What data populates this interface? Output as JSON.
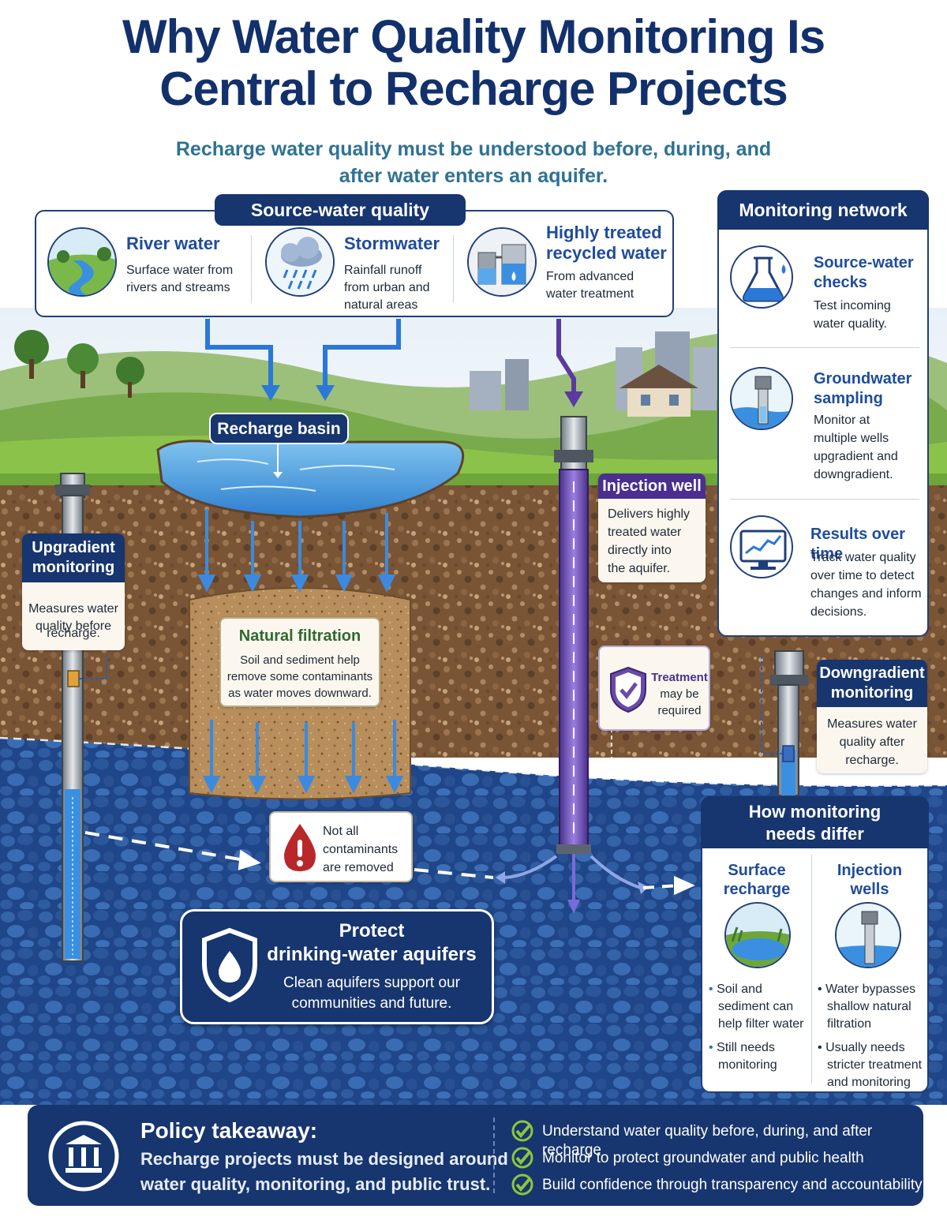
{
  "title": {
    "line1": "Why Water Quality Monitoring Is",
    "line2": "Central to Recharge Projects"
  },
  "subtitle": {
    "line1": "Recharge water quality must be understood before, during, and",
    "line2": "after water enters an aquifer."
  },
  "source_water": {
    "header": "Source-water quality",
    "items": [
      {
        "name": "River water",
        "desc1": "Surface water from",
        "desc2": "rivers and streams",
        "icon": "river-icon"
      },
      {
        "name": "Stormwater",
        "desc1": "Rainfall runoff",
        "desc2": "from urban and",
        "desc3": "natural areas",
        "icon": "rain-cloud-icon"
      },
      {
        "name1": "Highly treated",
        "name2": "recycled water",
        "desc1": "From advanced",
        "desc2": "water treatment",
        "icon": "treatment-plant-icon"
      }
    ]
  },
  "monitoring_network": {
    "header": "Monitoring network",
    "items": [
      {
        "name1": "Source-water",
        "name2": "checks",
        "desc1": "Test incoming",
        "desc2": "water quality.",
        "icon": "flask-icon"
      },
      {
        "name1": "Groundwater",
        "name2": "sampling",
        "desc1": "Monitor at",
        "desc2": "multiple wells",
        "desc3": "upgradient and",
        "desc4": "downgradient.",
        "icon": "well-icon"
      },
      {
        "name1": "Results over time",
        "desc1": "Track water quality",
        "desc2": "over time to detect",
        "desc3": "changes and inform",
        "desc4": "decisions.",
        "icon": "monitor-chart-icon"
      }
    ]
  },
  "recharge_basin": {
    "label": "Recharge basin"
  },
  "upgradient": {
    "title1": "Upgradient",
    "title2": "monitoring",
    "desc1": "Measures water",
    "desc2": "quality before",
    "desc3": "recharge."
  },
  "natural_filtration": {
    "title": "Natural filtration",
    "desc1": "Soil and sediment help",
    "desc2": "remove some contaminants",
    "desc3": "as water moves downward."
  },
  "injection_well": {
    "title": "Injection well",
    "desc1": "Delivers highly",
    "desc2": "treated water",
    "desc3": "directly into",
    "desc4": "the aquifer."
  },
  "treatment": {
    "line1": "Treatment",
    "line2": "may be",
    "line3": "required"
  },
  "downgradient": {
    "title1": "Downgradient",
    "title2": "monitoring",
    "desc1": "Measures water",
    "desc2": "quality after",
    "desc3": "recharge."
  },
  "contaminants": {
    "line1": "Not all",
    "line2": "contaminants",
    "line3": "are removed"
  },
  "protect": {
    "title1": "Protect",
    "title2": "drinking-water aquifers",
    "desc1": "Clean aquifers support our",
    "desc2": "communities and future."
  },
  "differ": {
    "header1": "How monitoring",
    "header2": "needs differ",
    "surface": {
      "title1": "Surface",
      "title2": "recharge",
      "b1_1": "Soil and",
      "b1_2": "sediment can",
      "b1_3": "help filter water",
      "b2_1": "Still needs",
      "b2_2": "monitoring"
    },
    "injection": {
      "title1": "Injection",
      "title2": "wells",
      "b1_1": "Water bypasses",
      "b1_2": "shallow natural",
      "b1_3": "filtration",
      "b2_1": "Usually needs",
      "b2_2": "stricter treatment",
      "b2_3": "and monitoring"
    }
  },
  "policy": {
    "title": "Policy takeaway:",
    "desc1": "Recharge projects must be designed around",
    "desc2": "water quality, monitoring, and public trust.",
    "checks": [
      "Understand water quality before, during, and after recharge",
      "Monitor to protect groundwater and public health",
      "Build confidence through transparency and accountability"
    ]
  },
  "colors": {
    "navy": "#17356e",
    "title_blue": "#12306b",
    "subtitle_teal": "#2e7293",
    "accent_blue": "#1f4c9c",
    "purple": "#6a4aa8",
    "check_green": "#8cc63f",
    "alert_red": "#b8282a"
  }
}
